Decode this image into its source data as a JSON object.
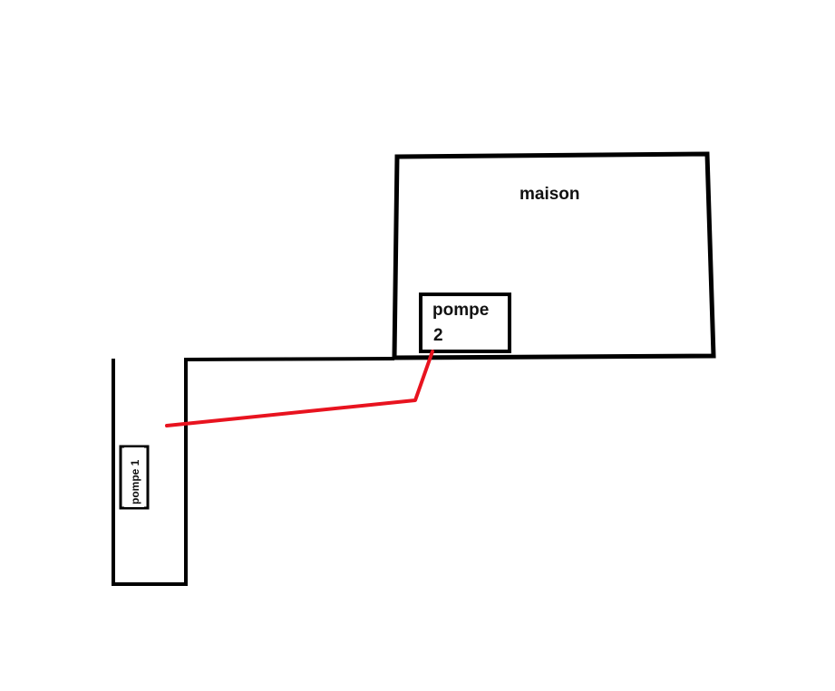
{
  "diagram": {
    "house_label": "maison",
    "pump1_label": "pompe 1",
    "pump2_label_line1": "pompe",
    "pump2_label_line2": "2"
  },
  "colors": {
    "outline": "#000000",
    "pipe": "#e8131f",
    "background": "#ffffff"
  }
}
